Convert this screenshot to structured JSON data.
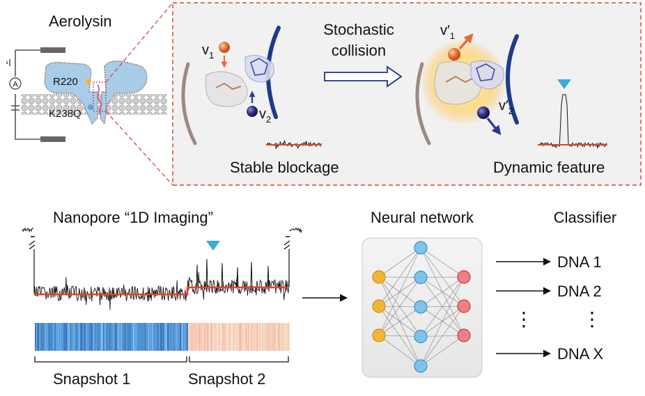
{
  "top_left": {
    "title": "Aerolysin",
    "residue_top": "R220",
    "residue_bottom": "K238Q",
    "ammeter_symbol": "A"
  },
  "inset": {
    "velocity_1": "v",
    "velocity_1_sub": "1",
    "velocity_2": "v",
    "velocity_2_sub": "2",
    "velocity_1_prime": "v′",
    "velocity_1_prime_sub": "1",
    "velocity_2_prime": "v′",
    "velocity_2_prime_sub": "2",
    "process_line1": "Stochastic",
    "process_line2": "collision",
    "left_caption": "Stable blockage",
    "right_caption": "Dynamic feature"
  },
  "bottom": {
    "trace_title": "Nanopore “1D Imaging”",
    "snapshot_1": "Snapshot 1",
    "snapshot_2": "Snapshot 2",
    "network_title": "Neural network",
    "classifier_title": "Classifier",
    "classes": [
      "DNA 1",
      "DNA 2",
      "DNA X"
    ],
    "vertical_dots": "⋮"
  },
  "network": {
    "layers": [
      3,
      5,
      5,
      3
    ],
    "colors": [
      "#f2b632",
      "#7fc3ea",
      "#7fc3ea",
      "#f07f7f"
    ],
    "stroke_colors": [
      "#c98d10",
      "#3a8fc4",
      "#3a8fc4",
      "#c43a3a"
    ]
  },
  "colors": {
    "inset_border": "#d9403a",
    "dashed_lines": "#d9403a",
    "pore_blue": "#a9cde8",
    "trace_baseline": "#e8402a",
    "marker": "#3aa9e0",
    "arrow_outline": "#1e2d8a",
    "right_wall": "#1e3a8a",
    "left_wall": "#9a8a80",
    "v1_ball": "#e86a30",
    "v2_ball": "#2a2a7a"
  }
}
